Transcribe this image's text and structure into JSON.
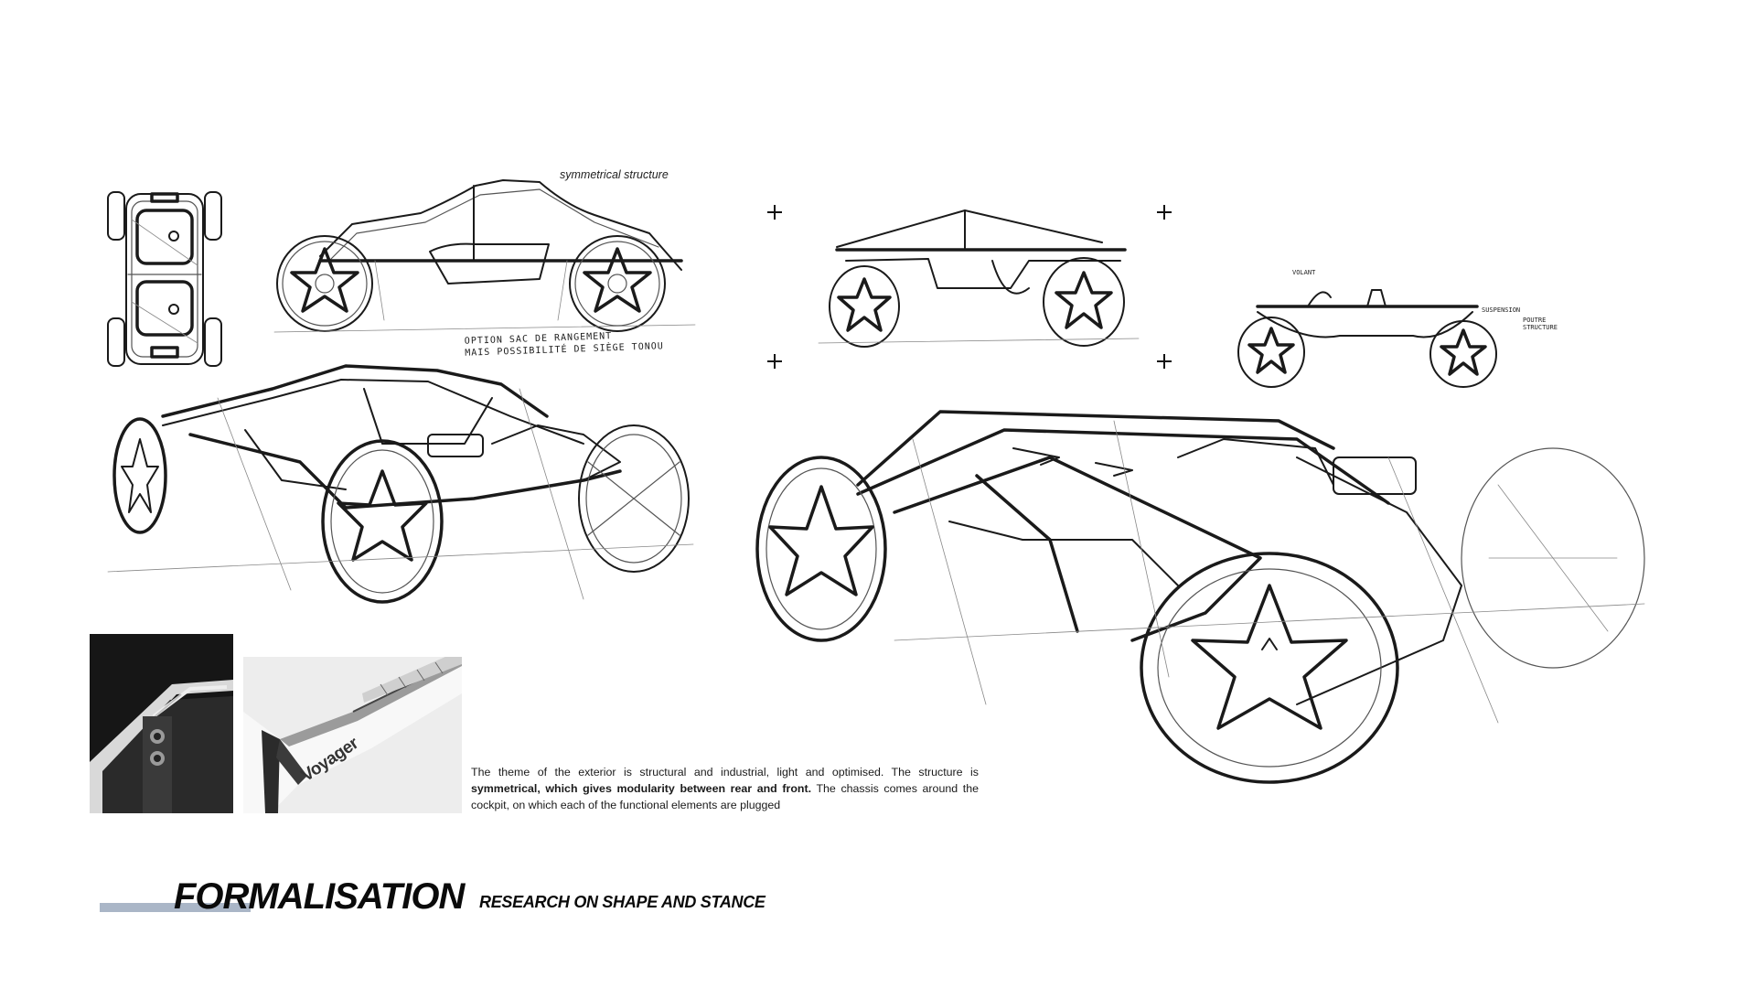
{
  "annotations": {
    "symmetrical": "symmetrical structure",
    "handwritten_storage": "OPTION SAC DE RANGEMENT\nMAIS POSSIBILITÉ DE SIÈGE TONOU",
    "volant": "VOLANT",
    "suspension": "SUSPENSION",
    "poutre": "POUTRE\nSTRUCTURE"
  },
  "photo2_logo": "Voyager",
  "description": {
    "part1": "The theme of the exterior is structural and industrial, light and optimised. The structure is ",
    "bold": "symmetrical, which gives modularity between rear and front.",
    "part2": " The chassis comes around the cockpit, on which each of the functional elements are plugged"
  },
  "footer": {
    "title": "FORMALISATION",
    "subtitle": "RESEARCH ON SHAPE AND STANCE"
  },
  "colors": {
    "accent_bar": "#aab6c7",
    "ink": "#1a1a1a",
    "background": "#ffffff"
  }
}
